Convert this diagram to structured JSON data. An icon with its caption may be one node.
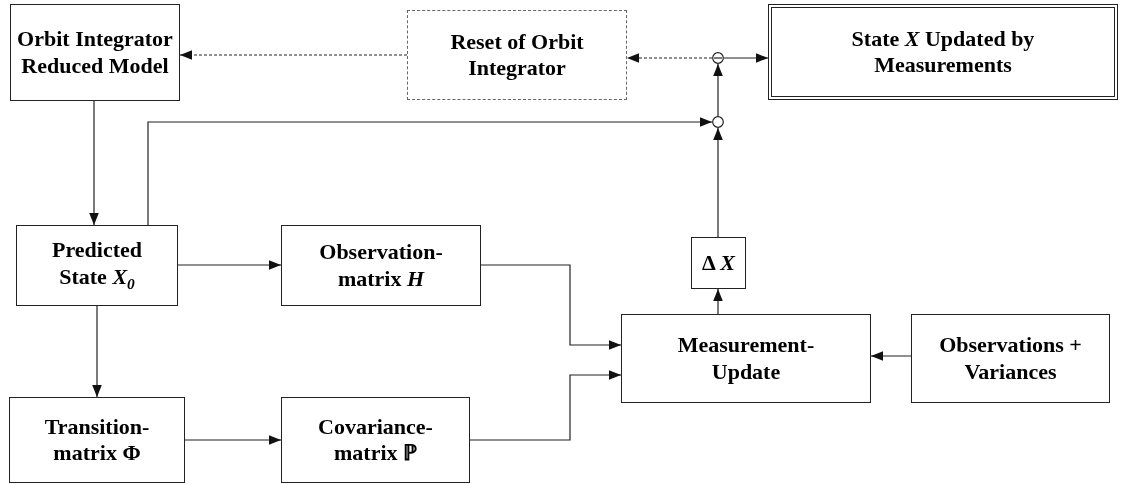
{
  "diagram": {
    "nodes": [
      {
        "text": [
          "Orbit Integrator Reduced Model"
        ]
      },
      {
        "text": [
          "Reset of Orbit Integrator"
        ]
      },
      {
        "text": [],
        "shape": "circle"
      },
      {
        "text": [
          "State *X* Updated by Measurements"
        ]
      },
      {
        "text": [],
        "shape": "circle"
      },
      {
        "text": [
          "Predicted State *X*$_{0}$"
        ]
      },
      {
        "text": [
          "Observation- matrix *H*"
        ]
      },
      {
        "text": [
          "Δ *X*"
        ]
      },
      {
        "text": [
          "Measurement- Update"
        ]
      },
      {
        "text": [
          "Observations + Variances"
        ]
      },
      {
        "text": [
          "Transition- matrix Φ"
        ]
      },
      {
        "text": [
          "Covariance- matrix ℙ"
        ]
      }
    ],
    "edges": [
      {
        "from": 0,
        "to": 5,
        "arrow": "to"
      },
      {
        "from": 5,
        "to": 4,
        "arrow": "to"
      },
      {
        "from": 7,
        "to": 4,
        "arrow": "to"
      },
      {
        "from": 4,
        "to": 2,
        "arrow": "to"
      },
      {
        "from": 2,
        "to": 1,
        "arrow": "to",
        "style": "dashed"
      },
      {
        "from": 1,
        "to": 0,
        "arrow": "to",
        "style": "dashed"
      },
      {
        "from": 2,
        "to": 3,
        "arrow": "to"
      },
      {
        "from": 5,
        "to": 6,
        "arrow": "to"
      },
      {
        "from": 5,
        "to": 10,
        "arrow": "to"
      },
      {
        "from": 10,
        "to": 11,
        "arrow": "to"
      },
      {
        "from": 6,
        "to": 8,
        "arrow": "to"
      },
      {
        "from": 11,
        "to": 8,
        "arrow": "to"
      },
      {
        "from": 9,
        "to": 8,
        "arrow": "to"
      },
      {
        "from": 8,
        "to": 7,
        "arrow": "to"
      }
    ]
  }
}
